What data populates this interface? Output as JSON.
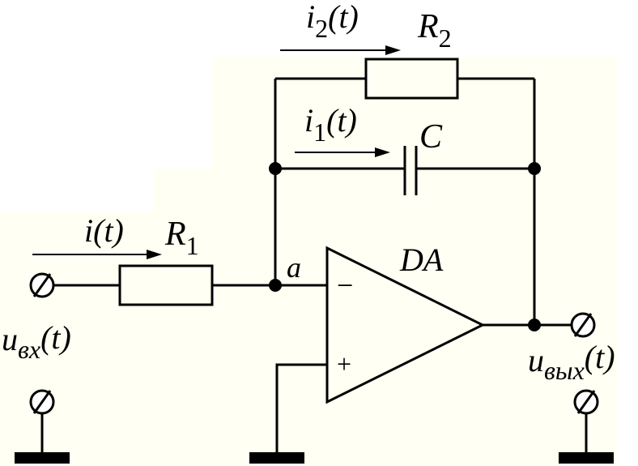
{
  "colors": {
    "background": "#ffffff",
    "panel": "#fffff3",
    "ink": "#000000"
  },
  "labels": {
    "i2": {
      "sym": "i",
      "sub": "2",
      "arg": "(t)"
    },
    "R2": {
      "sym": "R",
      "sub": "2"
    },
    "i1": {
      "sym": "i",
      "sub": "1",
      "arg": "(t)"
    },
    "C": {
      "sym": "C"
    },
    "i": {
      "sym": "i",
      "arg": "(t)"
    },
    "R1": {
      "sym": "R",
      "sub": "1"
    },
    "node_a": "a",
    "DA": "DA",
    "minus": "−",
    "plus": "+",
    "uin": {
      "sym": "u",
      "sub": "вх",
      "arg": "(t)"
    },
    "uout": {
      "sym": "u",
      "sub": "вых",
      "arg": "(t)"
    }
  }
}
